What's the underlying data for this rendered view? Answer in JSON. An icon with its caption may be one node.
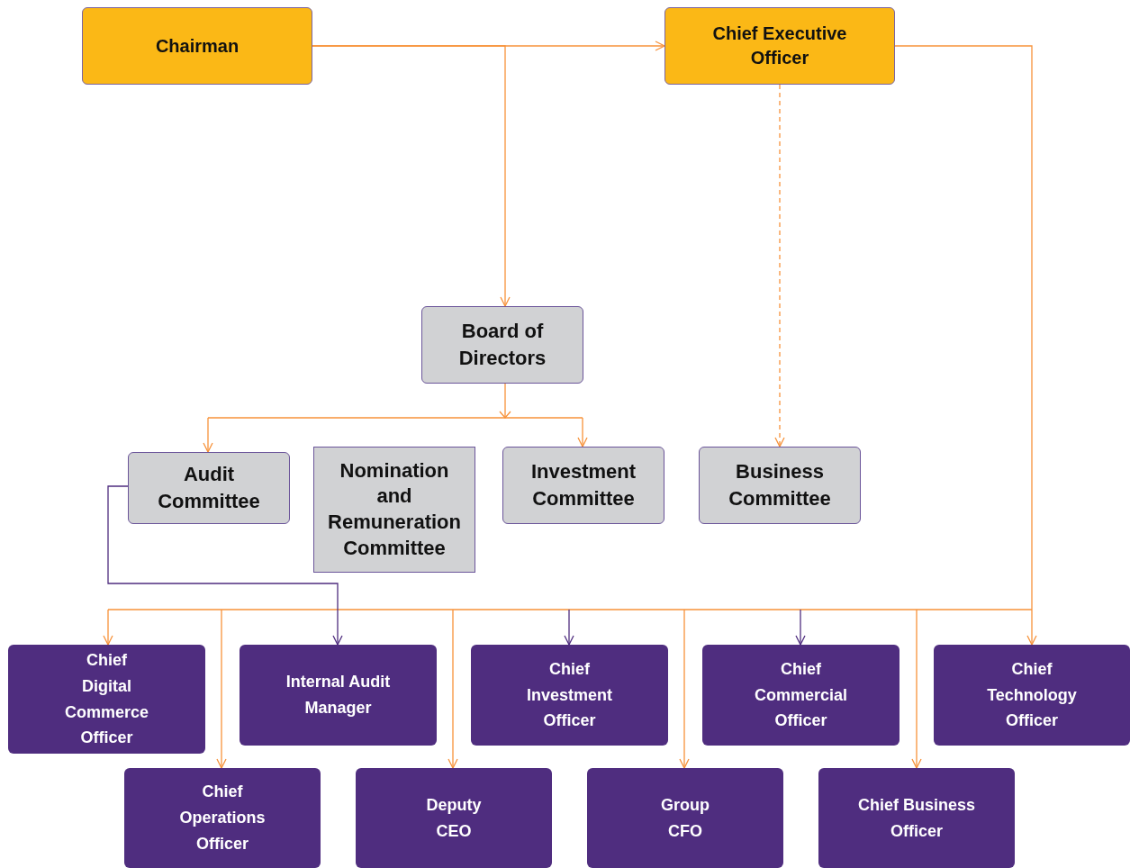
{
  "diagram": {
    "nodes": [
      {
        "text": [
          "Chairman"
        ]
      },
      {
        "text": [
          "Chief Executive Officer"
        ]
      },
      {
        "text": [
          "Board of Directors"
        ]
      },
      {
        "text": [
          "Audit Committee"
        ]
      },
      {
        "text": [
          "Nomination and Remuneration Committee"
        ]
      },
      {
        "text": [
          "Investment Committee"
        ]
      },
      {
        "text": [
          "Business Committee"
        ]
      },
      {
        "text": [
          "Chief Digital Commerce Officer"
        ]
      },
      {
        "text": [
          "Internal Audit Manager"
        ]
      },
      {
        "text": [
          "Chief Investment Officer"
        ]
      },
      {
        "text": [
          "Chief Commercial Officer"
        ]
      },
      {
        "text": [
          "Chief Technology Officer"
        ]
      },
      {
        "text": [
          "Chief Operations Officer"
        ]
      },
      {
        "text": [
          "Deputy CEO"
        ]
      },
      {
        "text": [
          "Group CFO"
        ]
      },
      {
        "text": [
          "Chief Business Officer"
        ]
      }
    ],
    "edges": [
      {
        "from": 0,
        "to": 1,
        "arrow": "to"
      },
      {
        "from": 0,
        "to": 2,
        "arrow": "to"
      },
      {
        "from": 2,
        "to": 3,
        "arrow": "to"
      },
      {
        "from": 2,
        "to": 5,
        "arrow": "to"
      },
      {
        "from": 1,
        "to": 6,
        "arrow": "to",
        "style": "dashed"
      },
      {
        "from": 1,
        "to": 7,
        "arrow": "to"
      },
      {
        "from": 1,
        "to": 12,
        "arrow": "to"
      },
      {
        "from": 1,
        "to": 13,
        "arrow": "to"
      },
      {
        "from": 1,
        "to": 14,
        "arrow": "to"
      },
      {
        "from": 1,
        "to": 15,
        "arrow": "to"
      },
      {
        "from": 1,
        "to": 11,
        "arrow": "to"
      },
      {
        "from": null,
        "to": 9,
        "arrow": "to",
        "color": "#4f2d7f"
      },
      {
        "from": null,
        "to": 10,
        "arrow": "to",
        "color": "#4f2d7f"
      },
      {
        "from": 3,
        "to": 8,
        "arrow": "to",
        "color": "#4f2d7f"
      }
    ]
  }
}
